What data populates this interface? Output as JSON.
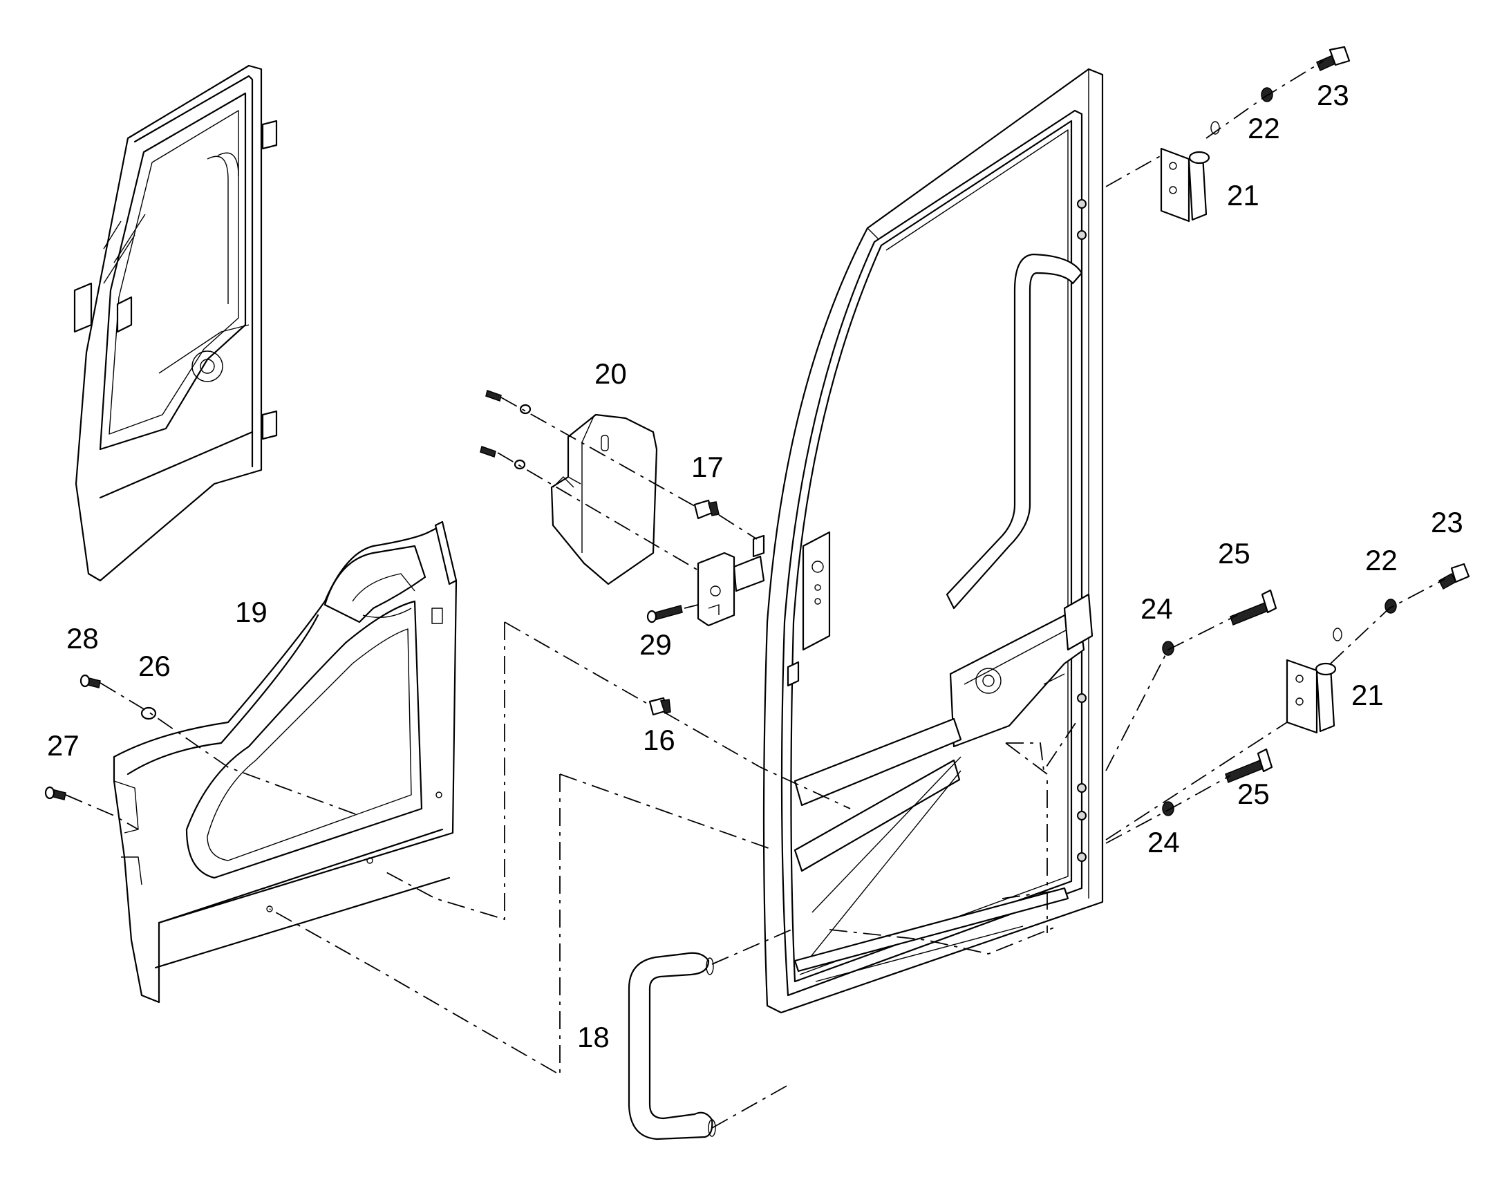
{
  "diagram": {
    "callouts": [
      {
        "id": "c16",
        "label": "16"
      },
      {
        "id": "c17",
        "label": "17"
      },
      {
        "id": "c18",
        "label": "18"
      },
      {
        "id": "c19",
        "label": "19"
      },
      {
        "id": "c20",
        "label": "20"
      },
      {
        "id": "c21a",
        "label": "21"
      },
      {
        "id": "c21b",
        "label": "21"
      },
      {
        "id": "c22a",
        "label": "22"
      },
      {
        "id": "c22b",
        "label": "22"
      },
      {
        "id": "c23a",
        "label": "23"
      },
      {
        "id": "c23b",
        "label": "23"
      },
      {
        "id": "c24a",
        "label": "24"
      },
      {
        "id": "c24b",
        "label": "24"
      },
      {
        "id": "c25a",
        "label": "25"
      },
      {
        "id": "c25b",
        "label": "25"
      },
      {
        "id": "c26",
        "label": "26"
      },
      {
        "id": "c27",
        "label": "27"
      },
      {
        "id": "c28",
        "label": "28"
      },
      {
        "id": "c29",
        "label": "29"
      }
    ]
  }
}
